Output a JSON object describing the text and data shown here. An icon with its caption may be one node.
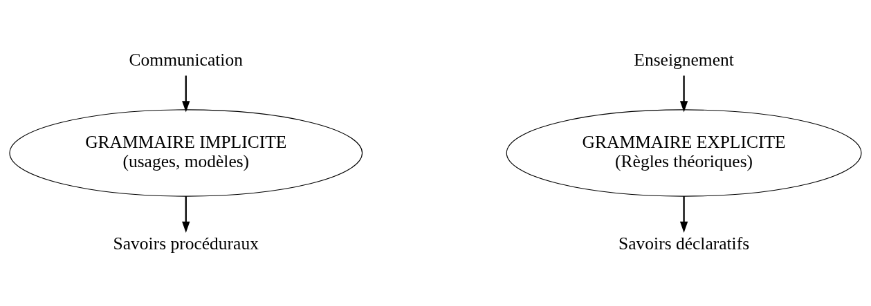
{
  "diagram": {
    "nodes": [
      {
        "text": [
          "Communication"
        ]
      },
      {
        "text": [
          "GRAMMAIRE IMPLICITE",
          "(usages, modèles)"
        ]
      },
      {
        "text": [
          "Savoirs procéduraux"
        ]
      },
      {
        "text": [
          "Enseignement"
        ]
      },
      {
        "text": [
          "GRAMMAIRE EXPLICITE",
          "(Règles théoriques)"
        ]
      },
      {
        "text": [
          "Savoirs déclaratifs"
        ]
      }
    ],
    "edges": [
      {
        "from": 0,
        "to": 1,
        "arrow": "to"
      },
      {
        "from": 1,
        "to": 2,
        "arrow": "to"
      },
      {
        "from": 3,
        "to": 4,
        "arrow": "to"
      },
      {
        "from": 4,
        "to": 5,
        "arrow": "to"
      }
    ]
  }
}
